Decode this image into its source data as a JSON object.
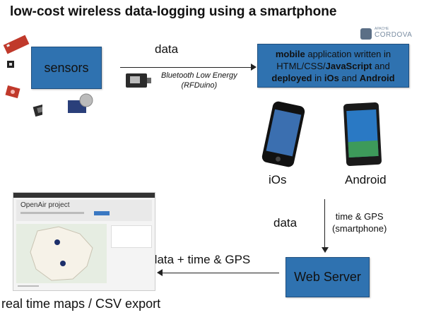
{
  "title": "low-cost wireless data-logging using a smartphone",
  "cordova": {
    "small": "APACHE",
    "name": "CORDOVA"
  },
  "sensors_box": {
    "label": "sensors"
  },
  "link_top": {
    "label": "data",
    "protocol_line1": "Bluetooth Low Energy",
    "protocol_line2": "(RFDuino)"
  },
  "mobile_box": {
    "l1_bold": "mobile",
    "l1_rest": " application written in",
    "l2_a": "HTML/CSS/",
    "l2_bold": "JavaScript",
    "l2_rest": " and",
    "l3_bold_a": "deployed",
    "l3_mid": " in ",
    "l3_bold_b": "iOs",
    "l3_and": " and ",
    "l3_bold_c": "Android"
  },
  "platforms": {
    "ios": "iOs",
    "android": "Android"
  },
  "link_down": {
    "label": "data",
    "note_line1": "time & GPS",
    "note_line2": "(smartphone)"
  },
  "web_box": {
    "label": "Web Server"
  },
  "link_left": {
    "label": "data + time & GPS"
  },
  "screenshot": {
    "title": "OpenAir project"
  },
  "footer": "real time maps / CSV export",
  "colors": {
    "box_fill": "#2f72b0",
    "box_border": "#1f4f7f"
  }
}
